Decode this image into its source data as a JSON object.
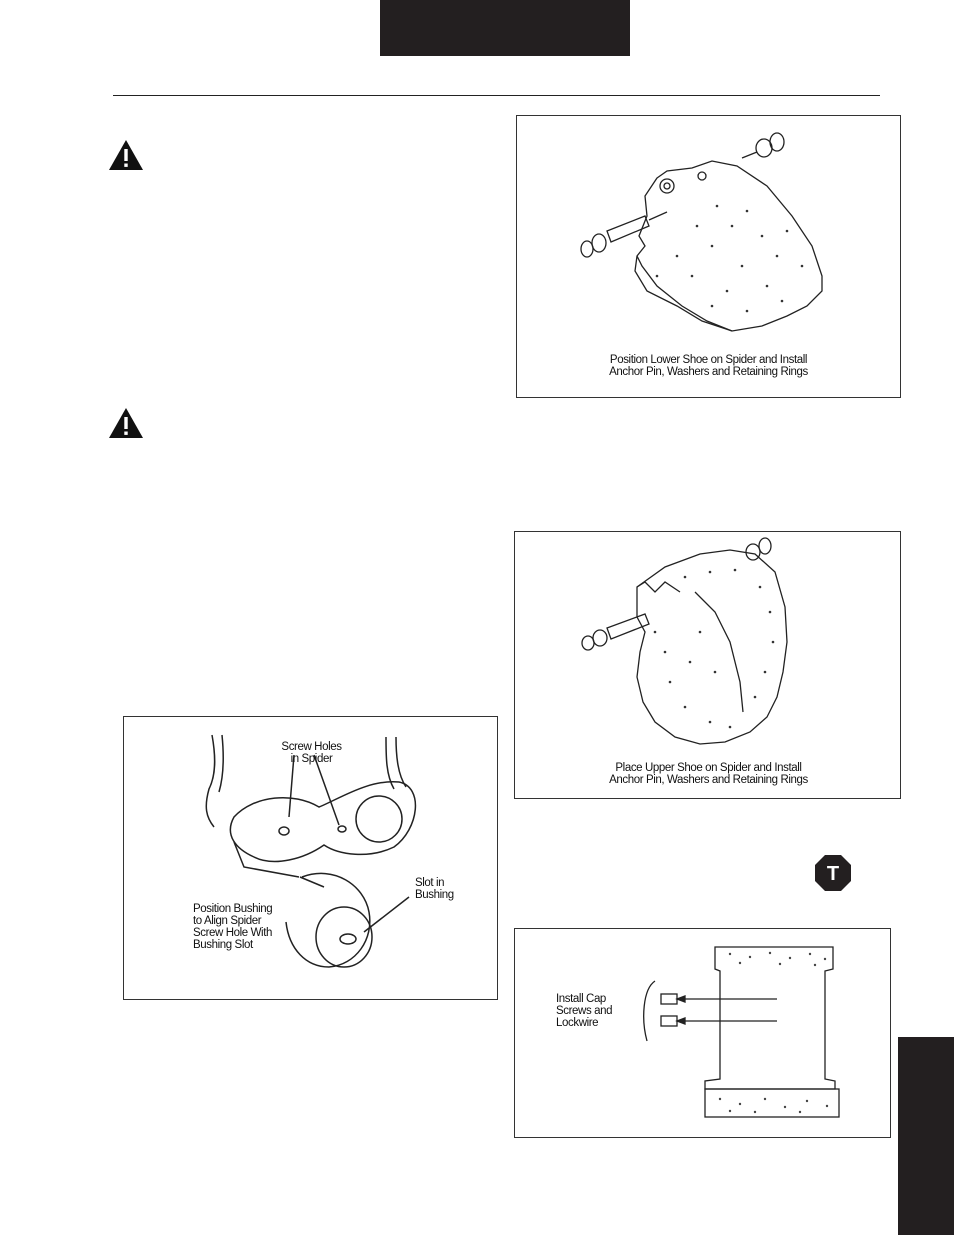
{
  "page": {
    "header_bar_icon": "black-title-bar",
    "side_tab_icon": "black-section-tab"
  },
  "warnings": {
    "icon": "warning-triangle-icon"
  },
  "figures": {
    "lower_shoe": {
      "caption_line1": "Position Lower Shoe on Spider and Install",
      "caption_line2": "Anchor Pin, Washers and Retaining Rings"
    },
    "upper_shoe": {
      "caption_line1": "Place Upper Shoe on Spider and Install",
      "caption_line2": "Anchor Pin, Washers and Retaining Rings"
    },
    "bushing": {
      "label_screw_holes_1": "Screw Holes",
      "label_screw_holes_2": "in Spider",
      "label_position_1": "Position Bushing",
      "label_position_2": "to Align Spider",
      "label_position_3": "Screw Hole With",
      "label_position_4": "Bushing Slot",
      "label_slot_1": "Slot in",
      "label_slot_2": "Bushing"
    },
    "cap_screws": {
      "label_1": "Install Cap",
      "label_2": "Screws and",
      "label_3": "Lockwire"
    }
  },
  "torque_badge": {
    "letter": "T",
    "icon": "torque-hexagon-icon"
  }
}
